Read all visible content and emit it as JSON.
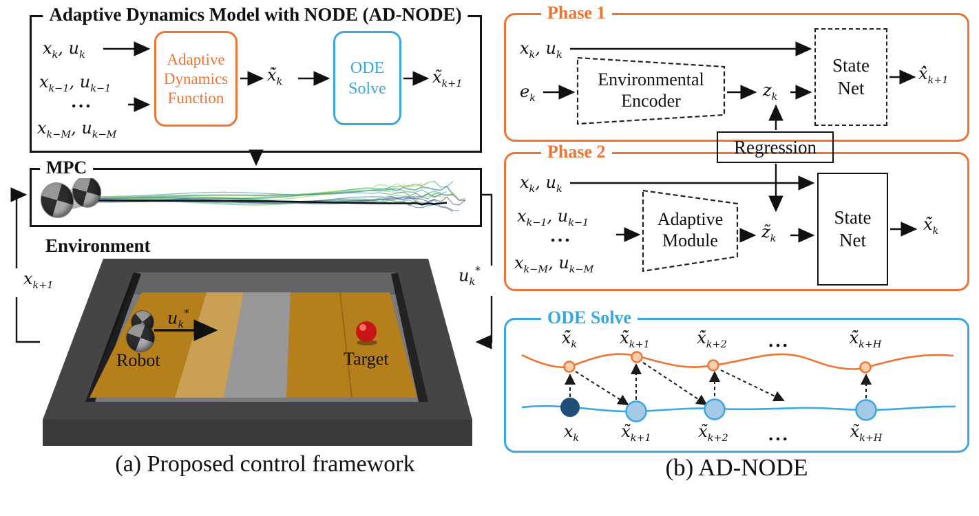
{
  "colors": {
    "accent_orange": "#ED7433",
    "accent_blue": "#3AA7DF",
    "node_dark_blue": "#1F4E79",
    "node_light_blue_fill": "#A6C9E8",
    "node_orange_fill": "#FAD1AC",
    "floor_orange": "#B5801C",
    "floor_tan": "#C9A054",
    "floor_gray": "#98989B",
    "tray_gray": "#454547",
    "target_red": "#C81616",
    "trajectory_center": "#10101a",
    "trajectory_palette": [
      "#3b528b",
      "#21918c",
      "#5ec962",
      "#e2d63e",
      "#46327e",
      "#277f8e",
      "#2aa884",
      "#7fd34e",
      "#365c8d",
      "#1fa187",
      "#4ac16d",
      "#9dd93b",
      "#33638d",
      "#25858e"
    ]
  },
  "panel_a": {
    "caption": "(a) Proposed control framework",
    "adnode": {
      "title": "Adaptive Dynamics Model with NODE (AD-NODE)",
      "input_1": [
        {
          "t": "x",
          "i": 1
        },
        {
          "t": "k",
          "sub": 1
        },
        {
          "t": ", "
        },
        {
          "t": "u",
          "i": 1
        },
        {
          "t": "k",
          "sub": 1
        }
      ],
      "input_2": [
        {
          "t": "x",
          "i": 1
        },
        {
          "t": "k−1",
          "sub": 1
        },
        {
          "t": ", "
        },
        {
          "t": "u",
          "i": 1
        },
        {
          "t": "k−1",
          "sub": 1
        }
      ],
      "input_dots": [
        {
          "t": "..."
        }
      ],
      "input_3": [
        {
          "t": "x",
          "i": 1
        },
        {
          "t": "k−M",
          "sub": 1
        },
        {
          "t": ", "
        },
        {
          "t": "u",
          "i": 1
        },
        {
          "t": "k−M",
          "sub": 1
        }
      ],
      "adaptive_box_lines": [
        "Adaptive",
        "Dynamics",
        "Function"
      ],
      "deriv_label": [
        {
          "t": "ẋ̃",
          "i": 1
        },
        {
          "t": "k",
          "sub": 1
        }
      ],
      "ode_box_lines": [
        "ODE",
        "Solve"
      ],
      "next_state_label": [
        {
          "t": "x̃",
          "i": 1
        },
        {
          "t": "k+1",
          "sub": 1
        }
      ]
    },
    "mpc_label": "MPC",
    "env_label": "Environment",
    "robot_label": "Robot",
    "target_label": "Target",
    "control_arrow_label": [
      {
        "t": "u",
        "i": 1
      },
      {
        "t": "k",
        "sub": 1
      },
      {
        "t": "*",
        "sup": 1
      }
    ],
    "feedback_state_label": [
      {
        "t": "x",
        "i": 1
      },
      {
        "t": "k+1",
        "sub": 1
      }
    ],
    "feedback_control_label": [
      {
        "t": "u",
        "i": 1
      },
      {
        "t": "k",
        "sub": 1
      },
      {
        "t": "*",
        "sup": 1
      }
    ]
  },
  "panel_b": {
    "caption": "(b) AD-NODE",
    "phase1": {
      "title": "Phase 1",
      "input_state": [
        {
          "t": "x",
          "i": 1
        },
        {
          "t": "k",
          "sub": 1
        },
        {
          "t": ", "
        },
        {
          "t": "u",
          "i": 1
        },
        {
          "t": "k",
          "sub": 1
        }
      ],
      "input_env": [
        {
          "t": "e",
          "i": 1
        },
        {
          "t": "k",
          "sub": 1
        }
      ],
      "encoder_lines": [
        "Environmental",
        "Encoder"
      ],
      "latent": [
        {
          "t": "z",
          "i": 1
        },
        {
          "t": "k",
          "sub": 1
        }
      ],
      "statenet_lines": [
        "State",
        "Net"
      ],
      "output": [
        {
          "t": "ẋ̂",
          "i": 1
        },
        {
          "t": "k+1",
          "sub": 1
        }
      ]
    },
    "regression_label": "Regression",
    "phase2": {
      "title": "Phase 2",
      "input_1": [
        {
          "t": "x",
          "i": 1
        },
        {
          "t": "k",
          "sub": 1
        },
        {
          "t": ", "
        },
        {
          "t": "u",
          "i": 1
        },
        {
          "t": "k",
          "sub": 1
        }
      ],
      "input_2": [
        {
          "t": "x",
          "i": 1
        },
        {
          "t": "k−1",
          "sub": 1
        },
        {
          "t": ", "
        },
        {
          "t": "u",
          "i": 1
        },
        {
          "t": "k−1",
          "sub": 1
        }
      ],
      "input_dots": [
        {
          "t": "..."
        }
      ],
      "input_3": [
        {
          "t": "x",
          "i": 1
        },
        {
          "t": "k−M",
          "sub": 1
        },
        {
          "t": ", "
        },
        {
          "t": "u",
          "i": 1
        },
        {
          "t": "k−M",
          "sub": 1
        }
      ],
      "module_lines": [
        "Adaptive",
        "Module"
      ],
      "latent": [
        {
          "t": "z̃",
          "i": 1
        },
        {
          "t": "k",
          "sub": 1
        }
      ],
      "statenet_lines": [
        "State",
        "Net"
      ],
      "output": [
        {
          "t": "ẋ̃",
          "i": 1
        },
        {
          "t": "k",
          "sub": 1
        }
      ]
    },
    "ode": {
      "title": "ODE Solve",
      "top_labels": [
        [
          {
            "t": "ẋ̃",
            "i": 1
          },
          {
            "t": "k",
            "sub": 1
          }
        ],
        [
          {
            "t": "ẋ̃",
            "i": 1
          },
          {
            "t": "k+1",
            "sub": 1
          }
        ],
        [
          {
            "t": "ẋ̃",
            "i": 1
          },
          {
            "t": "k+2",
            "sub": 1
          }
        ],
        [
          {
            "t": "..."
          }
        ],
        [
          {
            "t": "ẋ̃",
            "i": 1
          },
          {
            "t": "k+H",
            "sub": 1
          }
        ]
      ],
      "bottom_labels": [
        [
          {
            "t": "x",
            "i": 1
          },
          {
            "t": "k",
            "sub": 1
          }
        ],
        [
          {
            "t": "x̃",
            "i": 1
          },
          {
            "t": "k+1",
            "sub": 1
          }
        ],
        [
          {
            "t": "x̃",
            "i": 1
          },
          {
            "t": "k+2",
            "sub": 1
          }
        ],
        [
          {
            "t": "..."
          }
        ],
        [
          {
            "t": "x̃",
            "i": 1
          },
          {
            "t": "k+H",
            "sub": 1
          }
        ]
      ]
    }
  }
}
